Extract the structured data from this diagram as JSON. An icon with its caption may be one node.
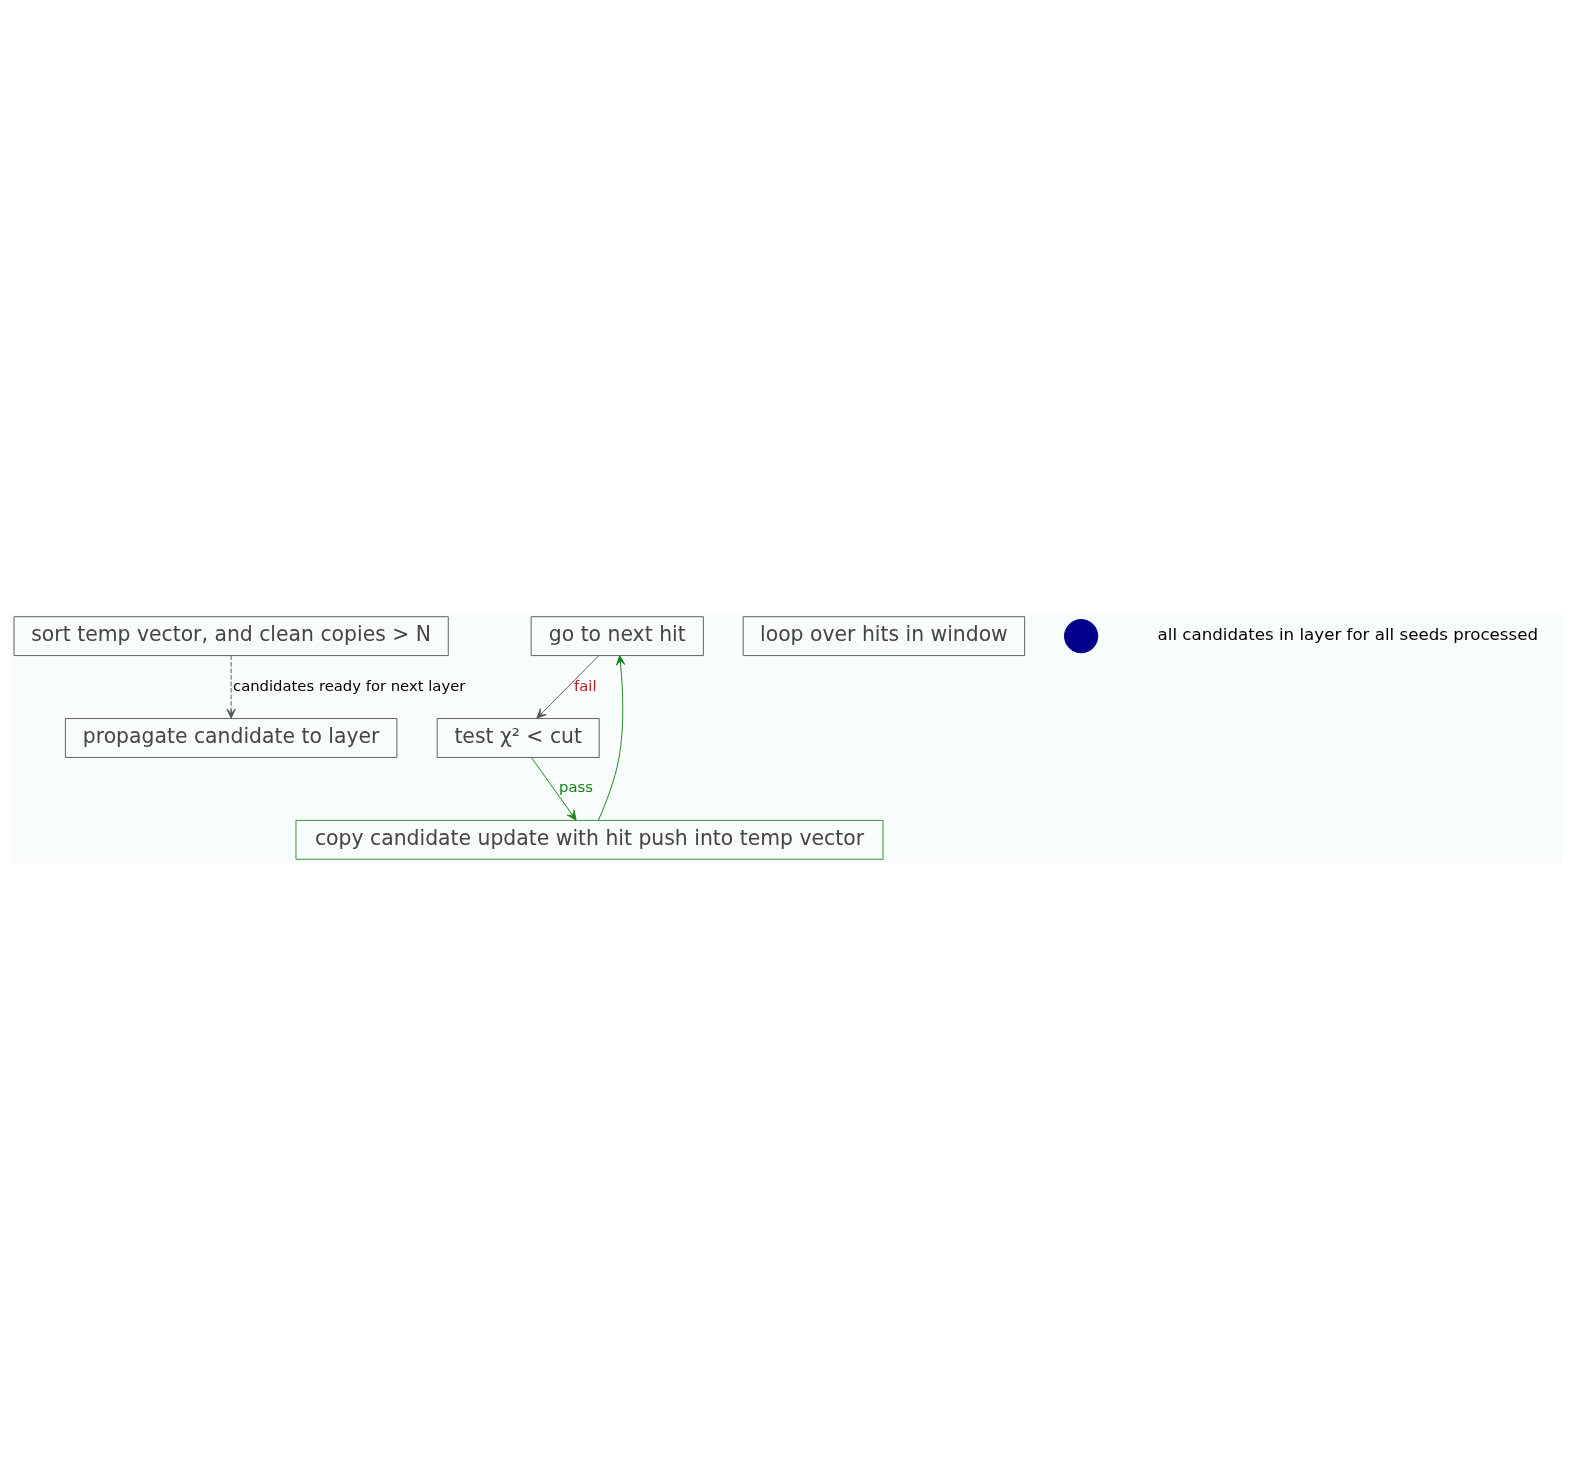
{
  "diagram": {
    "nodes": [
      {
        "text": [
          "sort temp vector, and clean copies > N"
        ]
      },
      {
        "text": [
          "go to next hit"
        ]
      },
      {
        "text": [
          "copy candidate update with hit push into temp vector"
        ]
      },
      {
        "text": [
          "test χ² < cut"
        ]
      },
      {
        "text": [
          "loop over hits in window"
        ]
      },
      {
        "text": [
          "propagate candidate to layer"
        ]
      },
      {
        "text": [],
        "shape": "circle"
      }
    ],
    "edges": [
      {
        "from": 0,
        "to": 5,
        "arrow": "to",
        "style": "dashed",
        "label": "candidates ready for next layer"
      },
      {
        "from": 1,
        "to": 3,
        "arrow": "to",
        "label": "fail"
      },
      {
        "from": 3,
        "to": 2,
        "arrow": "to",
        "label": "pass",
        "color": "#128212"
      },
      {
        "from": 2,
        "to": 1,
        "arrow": "to",
        "color": "#128212"
      }
    ],
    "labels": [
      "all candidates in layer for all seeds processed"
    ]
  }
}
